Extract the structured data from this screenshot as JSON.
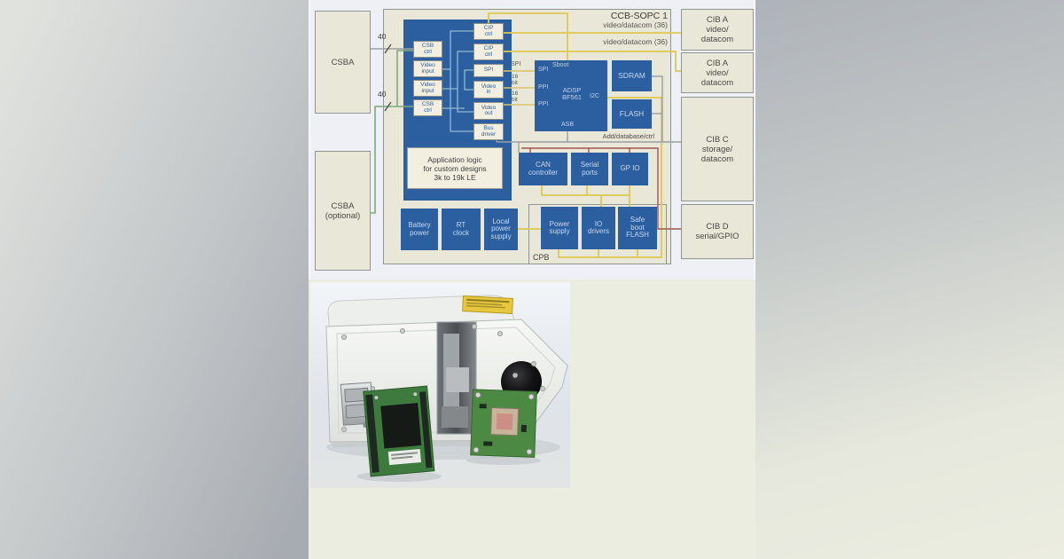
{
  "colors": {
    "block_blue": "#2c5fa0",
    "box_cream": "#e9e7d8",
    "wire_yellow": "#dcc951",
    "wire_green": "#7cab7c",
    "wire_red": "#a2554c",
    "wire_gray": "#9aa0a0",
    "wire_lightblue": "#8fb9d3",
    "diagram_bg": "#eef0f5",
    "page_cream": "#ecede1",
    "pcb_green": "#3e7a3d",
    "label_yellow": "#e6c73e"
  },
  "diagram": {
    "title": "CCB-SOPC 1",
    "video_bus_1": "video/datacom (36)",
    "video_bus_2": "video/datacom (36)",
    "addr_bus": "Add/database/ctrl",
    "bus_width_top": "40",
    "bus_width_bottom": "40",
    "pin_spi": "SPI",
    "pin_16bit_a": "16\nbit",
    "pin_16bit_b": "16\nbit",
    "csba": "CSBA",
    "csba_optional": "CSBA\n(optional)",
    "cib_a_1": "CIB A\nvideo/\ndatacom",
    "cib_a_2": "CIB A\nvideo/\ndatacom",
    "cib_c": "CIB C\nstorage/\ndatacom",
    "cib_d": "CIB D\nserial/GPIO",
    "fpga": {
      "left_ports": [
        "CSB\nctrl",
        "Video\ninput",
        "Video\ninput",
        "CSB\nctrl"
      ],
      "right_ports": [
        "CIP\nctrl",
        "CIP\nctrl",
        "SPI",
        "Video\nin",
        "Video\nout",
        "Bus\ndriver"
      ],
      "app_logic": "Application logic\nfor custom designs\n3k to 19k LE"
    },
    "dsp": {
      "name": "ADSP\nBF561",
      "spi": "SPI",
      "sboot": "Sboot",
      "ppi_1": "PPI",
      "ppi_2": "PPI",
      "i2c": "I2C",
      "asb": "ASB"
    },
    "sdram": "SDRAM",
    "flash": "FLASH",
    "can": "CAN\ncontroller",
    "serial_ports": "Serial\nports",
    "gp_io": "GP IO",
    "battery": "Battery\npower",
    "rt_clock": "RT\nclock",
    "local_power": "Local\npower\nsupply",
    "power_supply": "Power\nsupply",
    "io_drivers": "IO\ndrivers",
    "safe_boot": "Safe\nboot\nFLASH",
    "cpb": "CPB"
  }
}
